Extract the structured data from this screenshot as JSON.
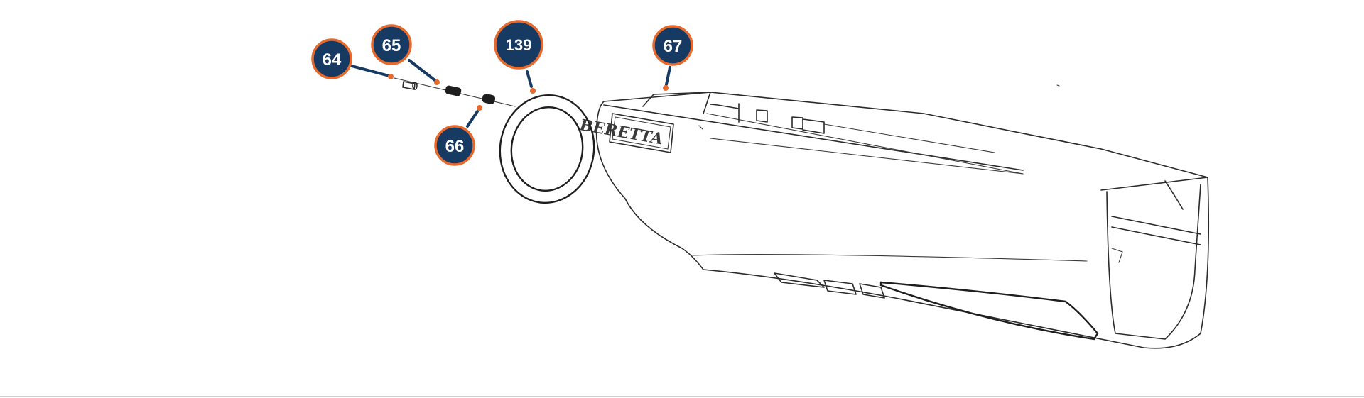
{
  "diagram": {
    "brand_text": "BERETTA",
    "colors": {
      "callout_fill": "#173a63",
      "callout_ring": "#e8692c",
      "leader_line": "#173a63",
      "drawing_line": "#2b2b2b"
    },
    "callouts": [
      {
        "id": "c64",
        "label": "64"
      },
      {
        "id": "c65",
        "label": "65"
      },
      {
        "id": "c66",
        "label": "66"
      },
      {
        "id": "c139",
        "label": "139"
      },
      {
        "id": "c67",
        "label": "67"
      }
    ]
  }
}
